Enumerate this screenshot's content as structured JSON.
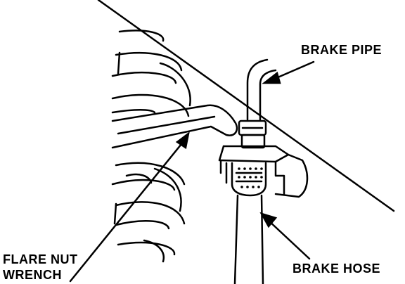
{
  "labels": {
    "brake_pipe": "BRAKE PIPE",
    "brake_hose": "BRAKE HOSE",
    "flare_nut_wrench_line1": "FLARE NUT",
    "flare_nut_wrench_line2": "WRENCH"
  },
  "colors": {
    "ink": "#000000",
    "paper": "#ffffff"
  }
}
